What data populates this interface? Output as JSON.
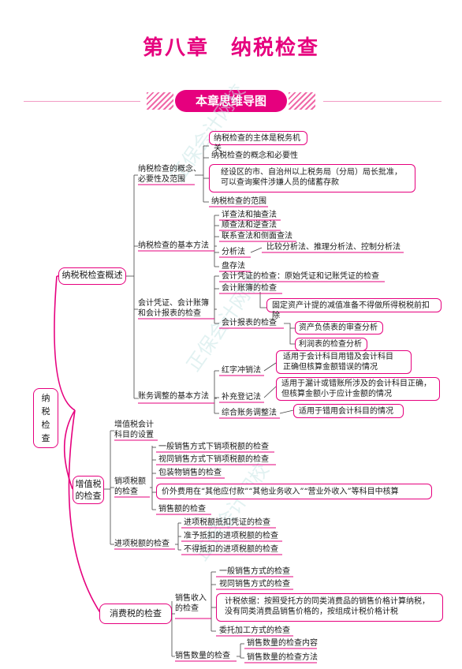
{
  "title": "第八章　纳税检查",
  "banner": "本章思维导图",
  "watermark": "正保会计网校",
  "root": [
    "纳",
    "税",
    "检",
    "查"
  ],
  "l1": {
    "overview": "纳税税检查概述",
    "vat": [
      "增值税",
      "的检查"
    ],
    "consumption": "消费税的检查"
  },
  "overview": {
    "concept": [
      "纳税检查的概念、",
      "必要性及范围"
    ],
    "methods": "纳税检查的基本方法",
    "accounts": [
      "会计凭证、会计账簿",
      "和会计报表的检查"
    ],
    "adjust": "账务调整的基本方法",
    "concept_items": {
      "subject": "纳税检查的主体是税务机关",
      "concept_nec": "纳税检查的概念和必要性",
      "bank": [
        "经设区的市、自治州以上税务局（分局）局长批准，",
        "可以查询案件涉嫌人员的储蓄存款"
      ],
      "scope": "纳税检查的范围"
    },
    "method_items": [
      "详查法和抽查法",
      "顺查法和逆查法",
      "联系查法和侧面查法",
      "分析法",
      "盘存法"
    ],
    "analysis": "比较分析法、推理分析法、控制分析法",
    "account_items": {
      "voucher": "会计凭证的检查：原始凭证和记账凭证的检查",
      "books": "会计账簿的检查",
      "fixed": "固定资产计提的减值准备不得做所得税税前扣除",
      "reports": "会计报表的检查",
      "balance": "资产负债表的审查分析",
      "income": "利润表的检查分析"
    },
    "adjust_items": {
      "red": "红字冲销法",
      "red_note": [
        "适用于会计科目用错及会计科目",
        "正确但核算金额错误的情况"
      ],
      "supp": "补充登记法",
      "supp_note": [
        "适用于漏计或错账所涉及的会计科目正确，",
        "但核算金额小于应计金额的情况"
      ],
      "comp": "综合账务调整法",
      "comp_note": "适用于错用会计科目的情况"
    }
  },
  "vat": {
    "setup": [
      "增值税会计",
      "科目的设置"
    ],
    "output": [
      "销项税额",
      "的检查"
    ],
    "input": "进项税额的检查",
    "output_items": [
      "一般销售方式下销项税额的检查",
      "视同销售方式下销项税额的检查",
      "包装物销售的检查"
    ],
    "extra": "价外费用在“其他应付款”“其他业务收入”“营业外收入”等科目中核算",
    "sales": "销售额的检查",
    "input_items": [
      "进项税额抵扣凭证的检查",
      "准予抵扣的进项税额的检查",
      "不得抵扣的进项税额的检查"
    ]
  },
  "consumption": {
    "income": [
      "销售收入",
      "的检查"
    ],
    "quantity": "销售数量的检查",
    "income_items": [
      "一般销售方式的检查",
      "视同销售方式的检查"
    ],
    "basis": [
      "计税依据：按照受托方的同类消费品的销售价格计算纳税，",
      "没有同类消费品销售价格的，按组成计税价格计税"
    ],
    "entrust": "委托加工方式的检查",
    "quantity_items": [
      "销售数量的检查内容",
      "销售数量的检查方法"
    ]
  }
}
